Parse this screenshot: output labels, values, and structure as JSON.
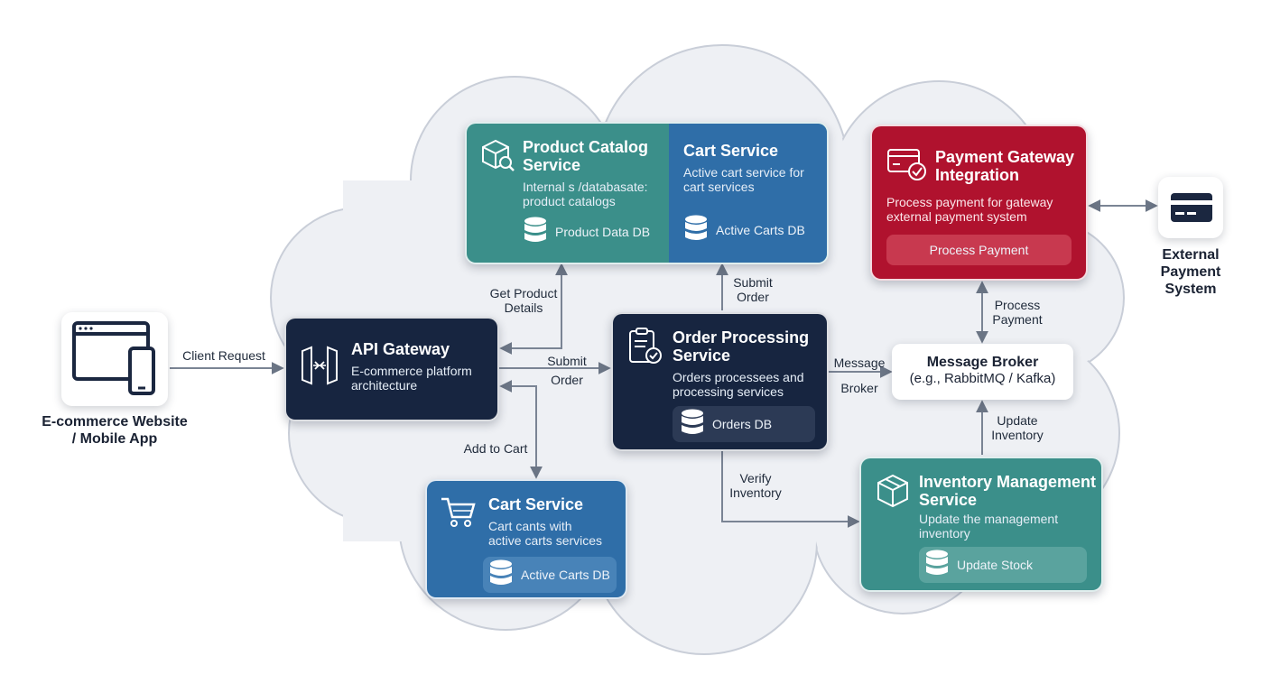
{
  "client": {
    "label_line1": "E-commerce Website",
    "label_line2": "/ Mobile App",
    "icon": "browser-mobile-icon"
  },
  "external": {
    "label_line1": "External",
    "label_line2": "Payment",
    "label_line3": "System",
    "icon": "credit-card-icon"
  },
  "api_gateway": {
    "title": "API Gateway",
    "desc_line1": "E-commerce platform",
    "desc_line2": "architecture",
    "icon": "gateway-icon"
  },
  "product_catalog": {
    "title_line1": "Product Catalog",
    "title_line2": "Service",
    "desc_line1": "Internal s /databasate:",
    "desc_line2": "product catalogs",
    "db_label": "Product Data DB",
    "icon": "box-search-icon"
  },
  "cart_top": {
    "title": "Cart Service",
    "desc_line1": "Active cart service for",
    "desc_line2": "cart services",
    "db_label": "Active Carts DB"
  },
  "payment": {
    "title_line1": "Payment Gateway",
    "title_line2": "Integration",
    "desc_line1": "Process payment for gateway",
    "desc_line2": "external payment system",
    "button_label": "Process Payment",
    "icon": "payment-card-check-icon"
  },
  "order": {
    "title_line1": "Order Processing",
    "title_line2": "Service",
    "desc_line1": "Orders processees and",
    "desc_line2": "processing services",
    "db_label": "Orders DB",
    "icon": "clipboard-check-icon"
  },
  "broker": {
    "title": "Message Broker",
    "subtitle": "(e.g., RabbitMQ / Kafka)"
  },
  "cart_bottom": {
    "title": "Cart Service",
    "desc_line1": "Cart cants with",
    "desc_line2": "active carts services",
    "db_label": "Active Carts DB",
    "icon": "shopping-cart-icon"
  },
  "inventory": {
    "title_line1": "Inventory Management",
    "title_line2": "Service",
    "desc_line1": "Update the management",
    "desc_line2": "inventory",
    "db_label": "Update Stock",
    "icon": "package-icon"
  },
  "edges": {
    "client_request": "Client Request",
    "get_product_l1": "Get Product",
    "get_product_l2": "Details",
    "submit_order_api_l1": "Submit",
    "submit_order_api_l2": "Order",
    "add_to_cart": "Add to Cart",
    "submit_order_top_l1": "Submit",
    "submit_order_top_l2": "Order",
    "message_broker_l1": "Message",
    "message_broker_l2": "Broker",
    "process_payment_l1": "Process",
    "process_payment_l2": "Payment",
    "update_inventory_l1": "Update",
    "update_inventory_l2": "Inventory",
    "verify_inventory_l1": "Verify",
    "verify_inventory_l2": "Inventory"
  },
  "colors": {
    "navy": "#172540",
    "teal": "#3b8f8a",
    "blue": "#2f6ea8",
    "red": "#b0122e",
    "cloud": "#eef0f4"
  }
}
